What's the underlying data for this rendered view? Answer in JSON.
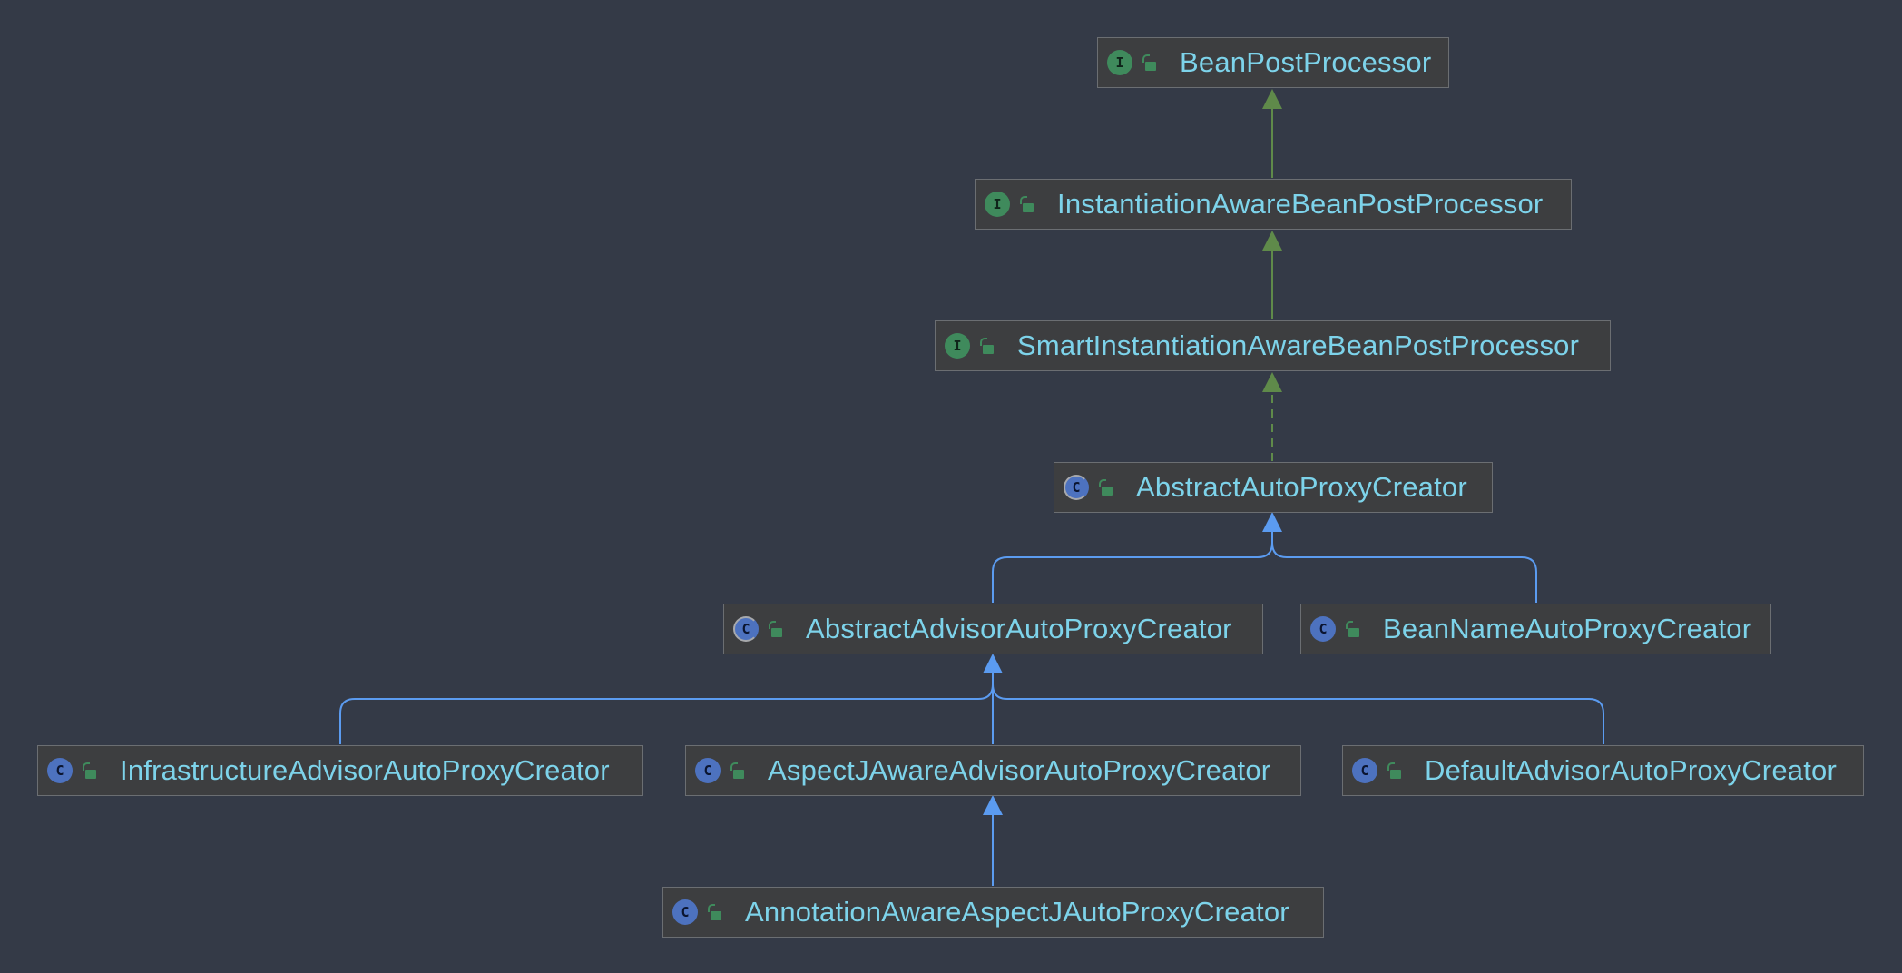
{
  "colors": {
    "background": "#343a47",
    "node_fill": "#3d3e40",
    "node_border": "#6b6e72",
    "name_text": "#7dd3ea",
    "interface_badge": "#3f8a5c",
    "class_badge": "#4d72bf",
    "implements_edge": "#5f8a4a",
    "extends_edge": "#5b9bf0"
  },
  "legend_badges": {
    "interface": "I",
    "class": "C"
  },
  "nodes": [
    {
      "id": "beanpostprocessor",
      "kind": "interface",
      "badge": "I",
      "icon": "lock-open-icon",
      "name": "BeanPostProcessor"
    },
    {
      "id": "instantiationawarebeanpostprocessor",
      "kind": "interface",
      "badge": "I",
      "icon": "lock-open-icon",
      "name": "InstantiationAwareBeanPostProcessor"
    },
    {
      "id": "smartinstantiationawarebeanpostprocessor",
      "kind": "interface",
      "badge": "I",
      "icon": "lock-open-icon",
      "name": "SmartInstantiationAwareBeanPostProcessor"
    },
    {
      "id": "abstractautoproxycreator",
      "kind": "abstract",
      "badge": "C",
      "icon": "lock-open-icon",
      "name": "AbstractAutoProxyCreator"
    },
    {
      "id": "abstractadvisorautoproxycreator",
      "kind": "abstract",
      "badge": "C",
      "icon": "lock-open-icon",
      "name": "AbstractAdvisorAutoProxyCreator"
    },
    {
      "id": "beannameautoproxycreator",
      "kind": "class",
      "badge": "C",
      "icon": "lock-open-icon",
      "name": "BeanNameAutoProxyCreator"
    },
    {
      "id": "infrastructureadvisorautoproxycreator",
      "kind": "class",
      "badge": "C",
      "icon": "lock-open-icon",
      "name": "InfrastructureAdvisorAutoProxyCreator"
    },
    {
      "id": "aspectjawareadvisorautoproxycreator",
      "kind": "class",
      "badge": "C",
      "icon": "lock-open-icon",
      "name": "AspectJAwareAdvisorAutoProxyCreator"
    },
    {
      "id": "defaultadvisorautoproxycreator",
      "kind": "class",
      "badge": "C",
      "icon": "lock-open-icon",
      "name": "DefaultAdvisorAutoProxyCreator"
    },
    {
      "id": "annotationawareaspectjautoproxycreator",
      "kind": "class",
      "badge": "C",
      "icon": "lock-open-icon",
      "name": "AnnotationAwareAspectJAutoProxyCreator"
    }
  ],
  "edges": [
    {
      "from": "instantiationawarebeanpostprocessor",
      "to": "beanpostprocessor",
      "type": "extends-interface",
      "style": "solid"
    },
    {
      "from": "smartinstantiationawarebeanpostprocessor",
      "to": "instantiationawarebeanpostprocessor",
      "type": "extends-interface",
      "style": "solid"
    },
    {
      "from": "abstractautoproxycreator",
      "to": "smartinstantiationawarebeanpostprocessor",
      "type": "implements",
      "style": "dashed"
    },
    {
      "from": "abstractadvisorautoproxycreator",
      "to": "abstractautoproxycreator",
      "type": "extends",
      "style": "solid"
    },
    {
      "from": "beannameautoproxycreator",
      "to": "abstractautoproxycreator",
      "type": "extends",
      "style": "solid"
    },
    {
      "from": "infrastructureadvisorautoproxycreator",
      "to": "abstractadvisorautoproxycreator",
      "type": "extends",
      "style": "solid"
    },
    {
      "from": "aspectjawareadvisorautoproxycreator",
      "to": "abstractadvisorautoproxycreator",
      "type": "extends",
      "style": "solid"
    },
    {
      "from": "defaultadvisorautoproxycreator",
      "to": "abstractadvisorautoproxycreator",
      "type": "extends",
      "style": "solid"
    },
    {
      "from": "annotationawareaspectjautoproxycreator",
      "to": "aspectjawareadvisorautoproxycreator",
      "type": "extends",
      "style": "solid"
    }
  ]
}
